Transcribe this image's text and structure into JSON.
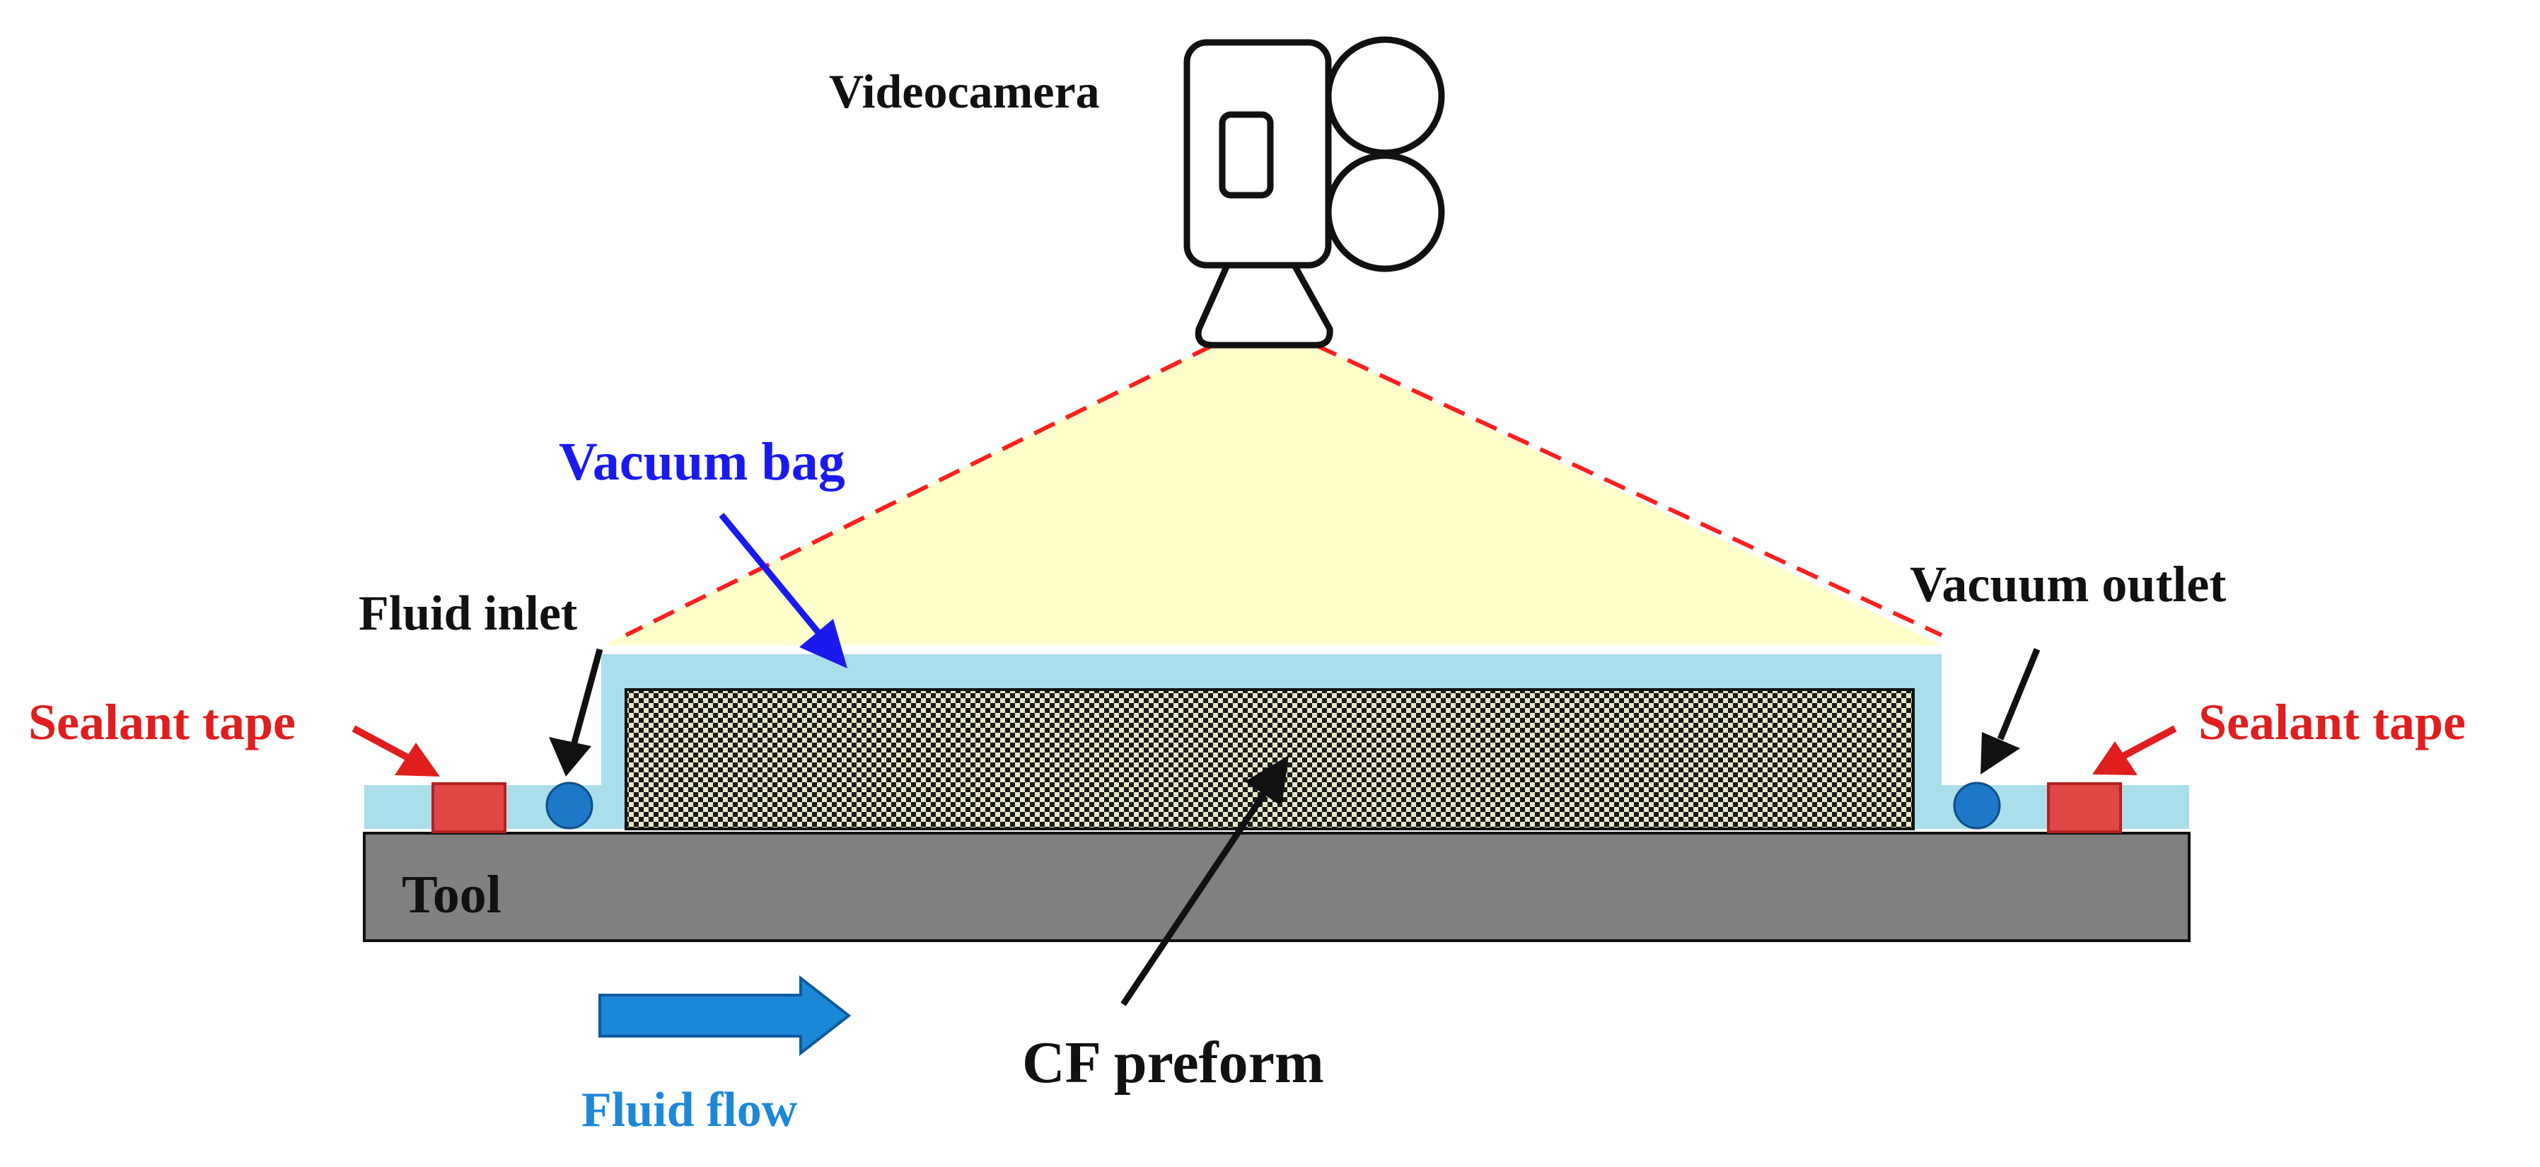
{
  "labels": {
    "videocamera": "Videocamera",
    "vacuum_bag": "Vacuum bag",
    "fluid_inlet": "Fluid inlet",
    "vacuum_outlet": "Vacuum outlet",
    "sealant_tape_left": "Sealant tape",
    "sealant_tape_right": "Sealant tape",
    "tool": "Tool",
    "cf_preform": "CF preform",
    "fluid_flow": "Fluid flow"
  },
  "colors": {
    "camera_fov_fill": "#ffffcc",
    "camera_fov_edge": "#ff1f1f",
    "vacuum_bag": "#aadeea",
    "tool": "#808080",
    "sealant_tape": "#e04848",
    "sealant_label": "#e01e1e",
    "port_circle": "#1e78c8",
    "vacuum_bag_label": "#1a1aee",
    "fluid_flow": "#1e88d8",
    "outline": "#111111"
  }
}
